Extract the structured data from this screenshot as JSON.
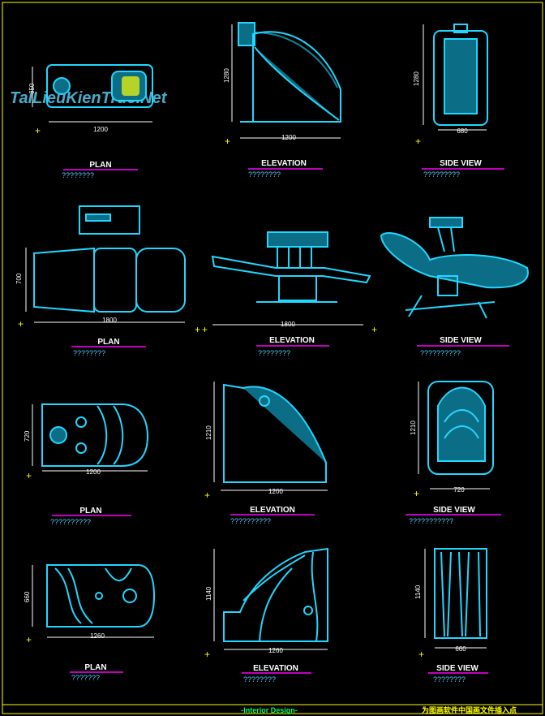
{
  "watermark": "TaiLieuKienTruc.Net",
  "footer": {
    "left": "-Interior Design-",
    "right": "为图画软件中国画文件插入点"
  },
  "rows": [
    {
      "plan": {
        "label": "PLAN",
        "sub": "????????",
        "w": "1200",
        "h": "650"
      },
      "elev": {
        "label": "ELEVATION",
        "sub": "????????",
        "w": "1200",
        "h": "1280"
      },
      "side": {
        "label": "SIDE VIEW",
        "sub": "?????????",
        "w": "680",
        "h": "1280"
      }
    },
    {
      "plan": {
        "label": "PLAN",
        "sub": "????????",
        "w": "1800",
        "h": "700"
      },
      "elev": {
        "label": "ELEVATION",
        "sub": "????????",
        "w": "1800"
      },
      "side": {
        "label": "SIDE VIEW",
        "sub": "??????????"
      }
    },
    {
      "plan": {
        "label": "PLAN",
        "sub": "??????????",
        "w": "1200",
        "h": "720"
      },
      "elev": {
        "label": "ELEVATION",
        "sub": "??????????",
        "w": "1200",
        "h": "1210"
      },
      "side": {
        "label": "SIDE VIEW",
        "sub": "???????????",
        "w": "720",
        "h": "1210"
      }
    },
    {
      "plan": {
        "label": "PLAN",
        "sub": "???????",
        "w": "1260",
        "h": "660"
      },
      "elev": {
        "label": "ELEVATION",
        "sub": "????????",
        "w": "1260",
        "h": "1140"
      },
      "side": {
        "label": "SIDE VIEW",
        "sub": "????????",
        "w": "660",
        "h": "1140"
      }
    }
  ],
  "colors": {
    "line": "#21d7ff",
    "label_underline": "#ff00ff",
    "insert_point": "#ffff00",
    "dimension": "#ffffff"
  }
}
